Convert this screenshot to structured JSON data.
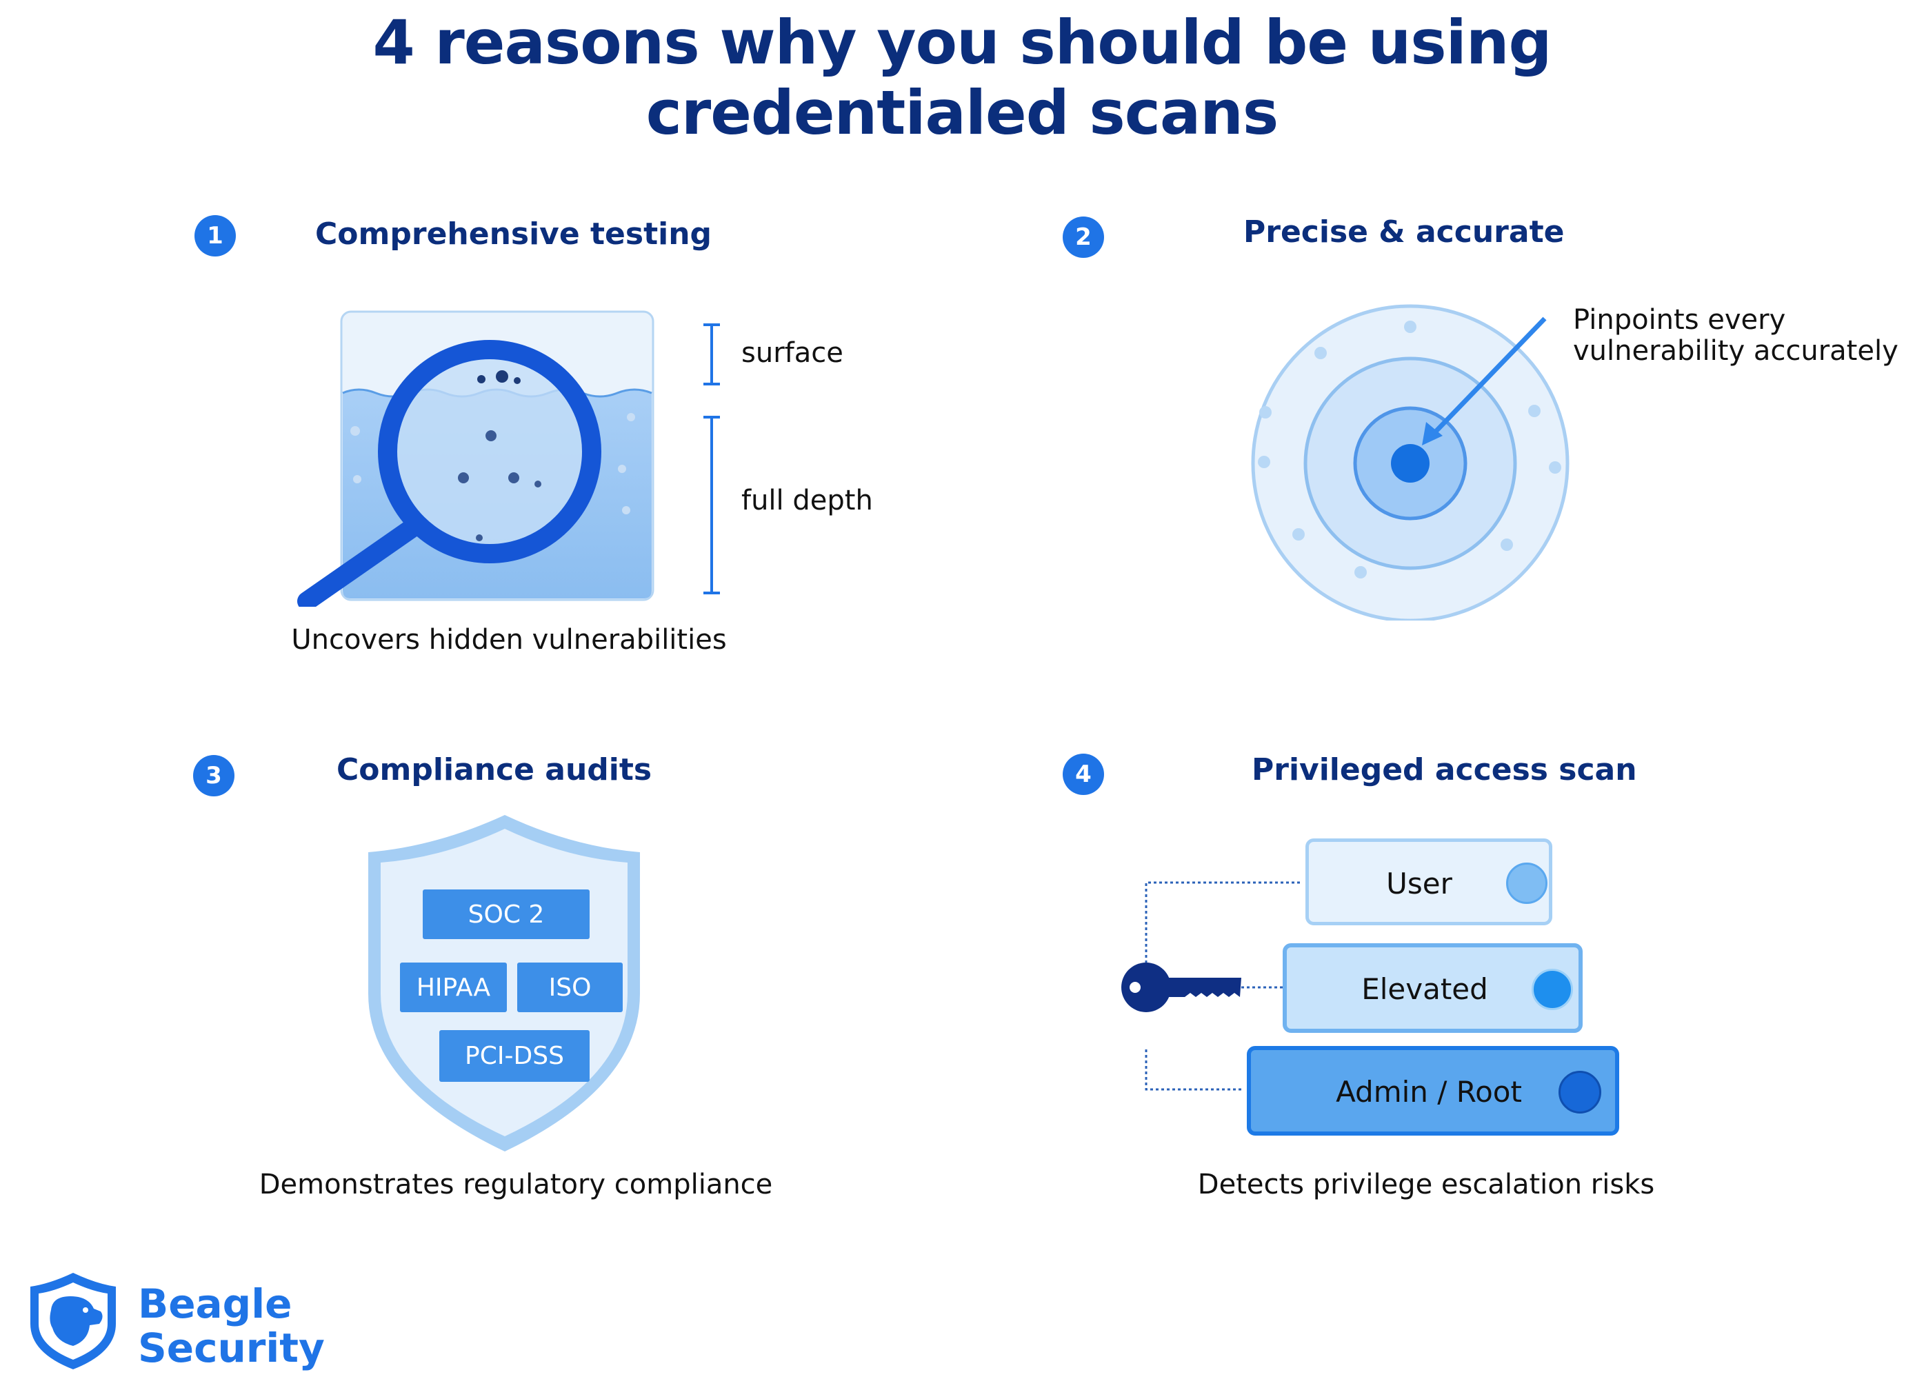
{
  "title": {
    "line1": "4 reasons why you should be using",
    "line2": "credentialed scans"
  },
  "sections": [
    {
      "number": "1",
      "heading": "Comprehensive testing",
      "caption": "Uncovers hidden vulnerabilities",
      "labels": {
        "surface": "surface",
        "depth": "full depth"
      }
    },
    {
      "number": "2",
      "heading": "Precise & accurate",
      "annotation": [
        "Pinpoints every",
        "vulnerability accurately"
      ]
    },
    {
      "number": "3",
      "heading": "Compliance audits",
      "caption": "Demonstrates regulatory compliance",
      "tags": [
        "SOC 2",
        "HIPAA",
        "ISO",
        "PCI-DSS"
      ]
    },
    {
      "number": "4",
      "heading": "Privileged access scan",
      "caption": "Detects privilege escalation risks",
      "levels": [
        "User",
        "Elevated",
        "Admin / Root"
      ]
    }
  ],
  "brand": {
    "line1": "Beagle",
    "line2": "Security"
  },
  "colors": {
    "title": "#0b2e7c",
    "accent": "#1f74e6",
    "light_blue": "#cfe6fb",
    "mid_blue": "#a9d0f5",
    "navy": "#0b2e7c"
  },
  "icons": [
    "magnifier-icon",
    "target-icon",
    "shield-icon",
    "key-icon",
    "beagle-logo-icon"
  ]
}
